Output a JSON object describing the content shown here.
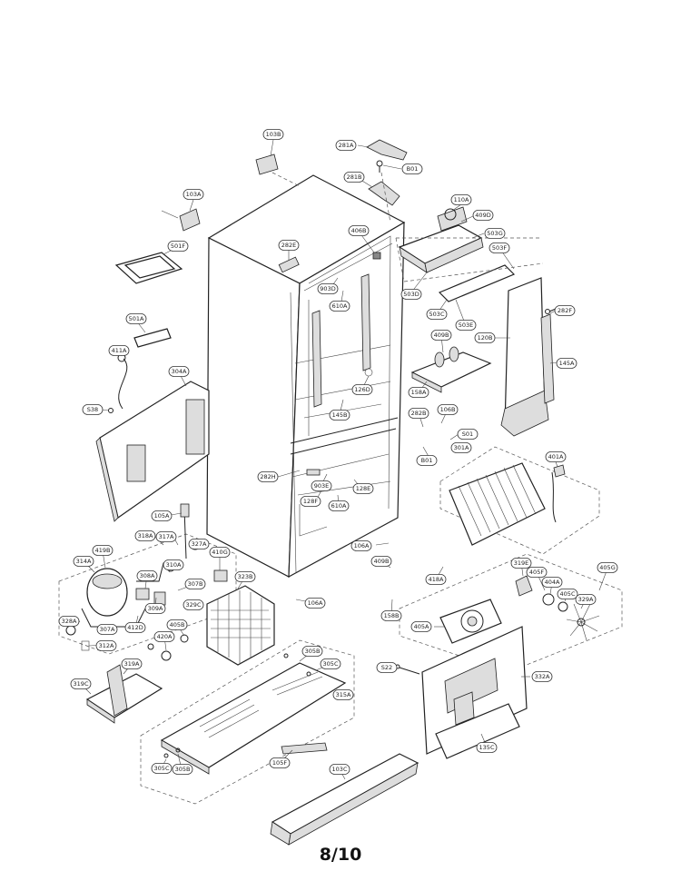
{
  "page": {
    "number": "8/10"
  },
  "parts": [
    {
      "id": "103B"
    },
    {
      "id": "281A"
    },
    {
      "id": "B01"
    },
    {
      "id": "281B"
    },
    {
      "id": "103A"
    },
    {
      "id": "110A"
    },
    {
      "id": "409D"
    },
    {
      "id": "503G"
    },
    {
      "id": "503F"
    },
    {
      "id": "406B"
    },
    {
      "id": "282E"
    },
    {
      "id": "501F"
    },
    {
      "id": "903D"
    },
    {
      "id": "610A"
    },
    {
      "id": "503D"
    },
    {
      "id": "503E"
    },
    {
      "id": "282F"
    },
    {
      "id": "503C"
    },
    {
      "id": "120B"
    },
    {
      "id": "501A"
    },
    {
      "id": "409B"
    },
    {
      "id": "145A"
    },
    {
      "id": "411A"
    },
    {
      "id": "304A"
    },
    {
      "id": "126D"
    },
    {
      "id": "158A"
    },
    {
      "id": "145B"
    },
    {
      "id": "282B"
    },
    {
      "id": "106B"
    },
    {
      "id": "S38"
    },
    {
      "id": "S01"
    },
    {
      "id": "301A"
    },
    {
      "id": "B01"
    },
    {
      "id": "401A"
    },
    {
      "id": "282H"
    },
    {
      "id": "903E"
    },
    {
      "id": "128F"
    },
    {
      "id": "128E"
    },
    {
      "id": "610A"
    },
    {
      "id": "105A"
    },
    {
      "id": "318A"
    },
    {
      "id": "317A"
    },
    {
      "id": "327A"
    },
    {
      "id": "106A"
    },
    {
      "id": "419B"
    },
    {
      "id": "314A"
    },
    {
      "id": "410G"
    },
    {
      "id": "409B"
    },
    {
      "id": "308A"
    },
    {
      "id": "310A"
    },
    {
      "id": "307B"
    },
    {
      "id": "323B"
    },
    {
      "id": "418A"
    },
    {
      "id": "319E"
    },
    {
      "id": "405F"
    },
    {
      "id": "405G"
    },
    {
      "id": "404A"
    },
    {
      "id": "405C"
    },
    {
      "id": "329A"
    },
    {
      "id": "309A"
    },
    {
      "id": "329C"
    },
    {
      "id": "106A"
    },
    {
      "id": "158B"
    },
    {
      "id": "328A"
    },
    {
      "id": "307A"
    },
    {
      "id": "412D"
    },
    {
      "id": "405B"
    },
    {
      "id": "405A"
    },
    {
      "id": "420A"
    },
    {
      "id": "312A"
    },
    {
      "id": "305B"
    },
    {
      "id": "319A"
    },
    {
      "id": "305C"
    },
    {
      "id": "S22"
    },
    {
      "id": "332A"
    },
    {
      "id": "319C"
    },
    {
      "id": "315A"
    },
    {
      "id": "135C"
    },
    {
      "id": "105F"
    },
    {
      "id": "305C"
    },
    {
      "id": "305B"
    },
    {
      "id": "103C"
    }
  ]
}
